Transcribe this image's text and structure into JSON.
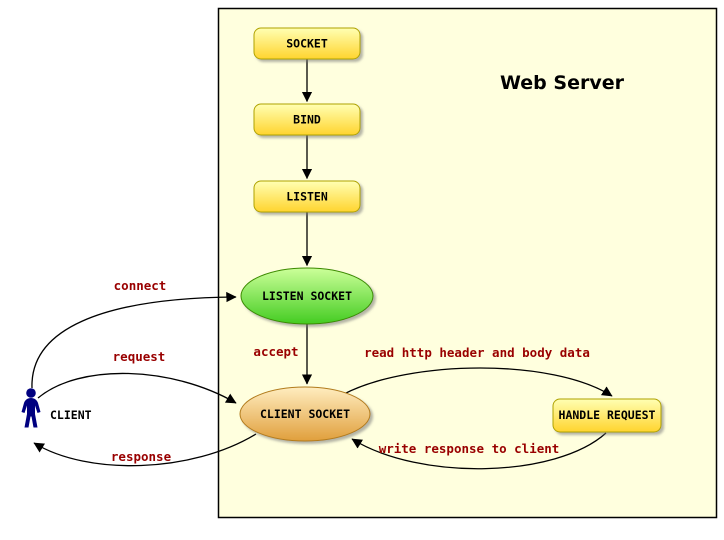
{
  "title": "Web Server",
  "actor": {
    "label": "CLIENT"
  },
  "nodes": {
    "socket": {
      "label": "SOCKET",
      "shape": "rounded-rectangle",
      "color": "yellow"
    },
    "bind": {
      "label": "BIND",
      "shape": "rounded-rectangle",
      "color": "yellow"
    },
    "listen": {
      "label": "LISTEN",
      "shape": "rounded-rectangle",
      "color": "yellow"
    },
    "listen_socket": {
      "label": "LISTEN SOCKET",
      "shape": "ellipse",
      "color": "green"
    },
    "client_socket": {
      "label": "CLIENT SOCKET",
      "shape": "ellipse",
      "color": "orange"
    },
    "handle_request": {
      "label": "HANDLE REQUEST",
      "shape": "rounded-rectangle",
      "color": "yellow"
    }
  },
  "edge_labels": {
    "accept": "accept",
    "connect": "connect",
    "request": "request",
    "response": "response",
    "read_request": "read http header and body data",
    "write_response": "write response to client"
  },
  "colors": {
    "container_fill": "#FFFFDE",
    "yellow_node_top": "#FFFFB3",
    "yellow_node_bottom": "#FFD42E",
    "green_node_top": "#CCFF99",
    "green_node_bottom": "#44CC22",
    "orange_node_top": "#FFEDC0",
    "orange_node_bottom": "#E09F3C",
    "edge_label_color": "#990000",
    "actor_color": "#000080"
  }
}
